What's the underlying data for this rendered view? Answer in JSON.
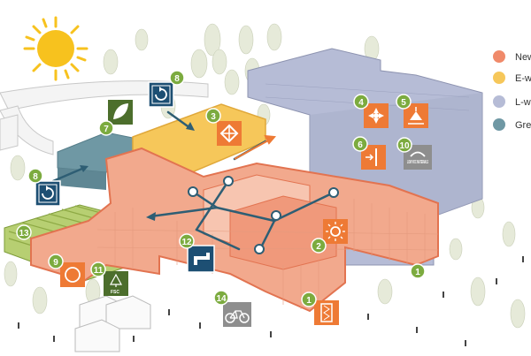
{
  "legend": {
    "items": [
      {
        "label": "New",
        "color": "#f08a6a"
      },
      {
        "label": "E-w",
        "color": "#f6c75a"
      },
      {
        "label": "L-w",
        "color": "#b6bcd6"
      },
      {
        "label": "Gre",
        "color": "#6f98a4"
      }
    ]
  },
  "callouts": [
    {
      "number": "1",
      "icon": "insulation-wall-icon"
    },
    {
      "number": "1",
      "icon": ""
    },
    {
      "number": "1",
      "icon": ""
    },
    {
      "number": "2",
      "icon": "sun-icon"
    },
    {
      "number": "3",
      "icon": "skylight-icon"
    },
    {
      "number": "4",
      "icon": "fan-icon"
    },
    {
      "number": "5",
      "icon": "ceiling-light-icon"
    },
    {
      "number": "6",
      "icon": "daylight-sensor-icon"
    },
    {
      "number": "7",
      "icon": "leaf-icon"
    },
    {
      "number": "8",
      "icon": "recycle-icon"
    },
    {
      "number": "8",
      "icon": "recycle-icon"
    },
    {
      "number": "9",
      "icon": "timer-icon"
    },
    {
      "number": "10",
      "icon": "low-voc-icon"
    },
    {
      "number": "11",
      "icon": "fsc-tree-icon"
    },
    {
      "number": "12",
      "icon": "water-faucet-icon"
    },
    {
      "number": "13",
      "icon": "green-roof-icon"
    },
    {
      "number": "14",
      "icon": "bicycle-icon"
    }
  ],
  "badges": {
    "low_voc": "LOW VOC MATERIALS",
    "fsc": "FSC"
  },
  "colors": {
    "new_construction": "#f08a6a",
    "existing_renovated": "#f6c75a",
    "existing_unchanged": "#b6bcd6",
    "green": "#6f98a4",
    "badge_green": "#7cab3f",
    "icon_orange": "#ee7a35",
    "icon_navy": "#1d4f73",
    "icon_darkgreen": "#4c6e2c",
    "icon_gray": "#8e8e8e",
    "sun": "#f7c21e",
    "path_teal": "#2e5e74"
  }
}
